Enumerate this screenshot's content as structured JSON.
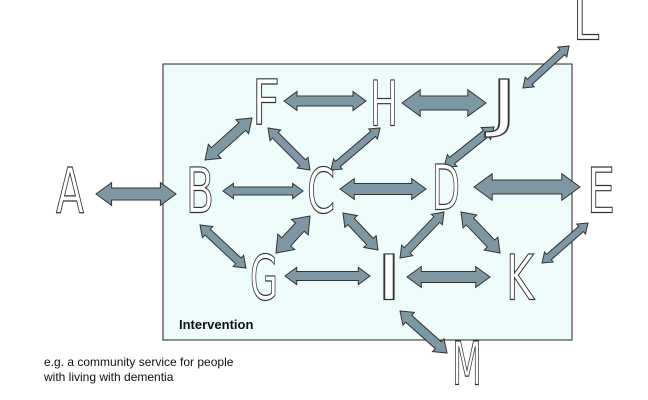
{
  "diagram": {
    "box_label": "Intervention",
    "caption_lines": [
      "e.g. a community service for people",
      "with living with dementia"
    ],
    "nodes": {
      "A": "A",
      "B": "B",
      "C": "C",
      "D": "D",
      "E": "E",
      "F": "F",
      "G": "G",
      "H": "H",
      "I": "I",
      "J": "J",
      "K": "K",
      "L": "L",
      "M": "M"
    },
    "edges": [
      [
        "A",
        "B"
      ],
      [
        "B",
        "F"
      ],
      [
        "B",
        "C"
      ],
      [
        "B",
        "G"
      ],
      [
        "F",
        "H"
      ],
      [
        "F",
        "C"
      ],
      [
        "H",
        "C"
      ],
      [
        "H",
        "J"
      ],
      [
        "J",
        "D"
      ],
      [
        "J",
        "L"
      ],
      [
        "C",
        "D"
      ],
      [
        "C",
        "G"
      ],
      [
        "C",
        "I"
      ],
      [
        "G",
        "I"
      ],
      [
        "D",
        "I"
      ],
      [
        "D",
        "E"
      ],
      [
        "D",
        "K"
      ],
      [
        "I",
        "K"
      ],
      [
        "I",
        "M"
      ],
      [
        "K",
        "E"
      ]
    ]
  },
  "colors": {
    "box_fill": "#eefbfb",
    "box_stroke": "#222222",
    "arrow_fill": "#7e98a3",
    "arrow_stroke": "#333333",
    "letter_fill": "#ffffff",
    "letter_stroke": "#333333"
  }
}
